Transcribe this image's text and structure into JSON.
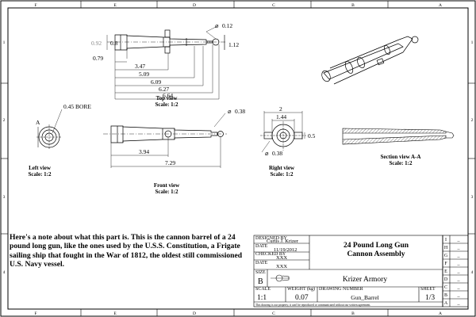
{
  "zones": {
    "columns": [
      "F",
      "E",
      "D",
      "C",
      "B",
      "A"
    ],
    "rows": [
      "1",
      "2",
      "3",
      "4"
    ]
  },
  "views": {
    "top": {
      "title": "Top view",
      "scale": "Scale: 1:2",
      "dims": [
        "0.92",
        "0.8",
        "0.79",
        "3.47",
        "5.09",
        "6.09",
        "6.27",
        "6.64",
        "1.12"
      ],
      "dia": "0.12"
    },
    "left": {
      "title": "Left view",
      "scale": "Scale: 1:2",
      "bore": "0.45  BORE",
      "section_letter": "A"
    },
    "front": {
      "title": "Front view",
      "scale": "Scale: 1:2",
      "dims": [
        "3.94",
        "7.29"
      ],
      "dia": "0.38"
    },
    "right": {
      "title": "Right view",
      "scale": "Scale: 1:2",
      "dims": [
        "2",
        "1.44",
        "0.5"
      ],
      "dia": "0.38"
    },
    "section": {
      "title": "Section view A-A",
      "scale": "Scale: 1:2"
    }
  },
  "note": "Here's a note about what this part is. This is the cannon barrel of a 24 pound long gun, like the ones used by the U.S.S. Constitution, a Frigate sailing ship that fought in the War of 1812, the oldest still commissioned U.S. Navy vessel.",
  "title_block": {
    "designed_by_label": "DESIGNED BY",
    "designed_by": "Curtis J. Krizer",
    "date_label_1": "DATE",
    "date_1": "11/19/2012",
    "checked_by_label": "CHECKED BY",
    "checked_by": "XXX",
    "date_label_2": "DATE",
    "date_2": "XXX",
    "size_label": "SIZE",
    "size": "B",
    "title_line1": "24 Pound Long Gun",
    "title_line2": "Cannon Assembly",
    "company": "Krizer Armory",
    "scale_label": "SCALE",
    "scale": "1:1",
    "weight_label": "WEIGHT (kg)",
    "weight": "0.07",
    "drawing_no_label": "DRAWING NUMBER",
    "drawing_no": "Gun_Barrel",
    "sheet_label": "SHEET",
    "sheet": "1/3",
    "footer": "This drawing is our property; it can't be reproduced or communicated without our written agreement.",
    "rev_letters": [
      "I",
      "H",
      "G",
      "F",
      "E",
      "D",
      "C",
      "B",
      "A"
    ],
    "rev_marks": [
      "_",
      "_",
      "_",
      "_",
      "_",
      "_",
      "_",
      "_",
      "_"
    ]
  }
}
